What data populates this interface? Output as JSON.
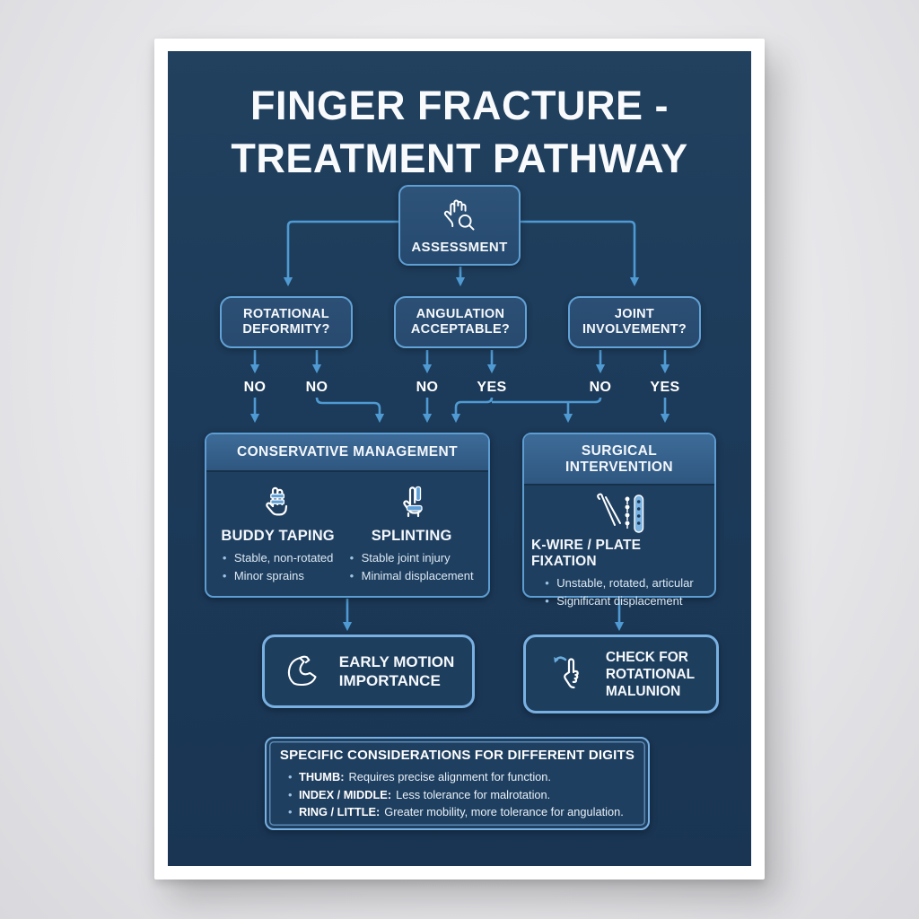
{
  "poster": {
    "title_line1": "FINGER FRACTURE -",
    "title_line2": "TREATMENT PATHWAY"
  },
  "flow": {
    "assessment_label": "ASSESSMENT",
    "assessment_icon": "hand-magnifier-icon",
    "decisions": [
      {
        "line1": "ROTATIONAL",
        "line2": "DEFORMITY?",
        "branches": [
          "NO",
          "NO"
        ]
      },
      {
        "line1": "ANGULATION",
        "line2": "ACCEPTABLE?",
        "branches": [
          "NO",
          "YES"
        ]
      },
      {
        "line1": "JOINT",
        "line2": "INVOLVEMENT?",
        "branches": [
          "NO",
          "YES"
        ]
      }
    ]
  },
  "conservative": {
    "title": "CONSERVATIVE MANAGEMENT",
    "options": [
      {
        "name": "BUDDY TAPING",
        "icon": "buddy-taping-icon",
        "bullets": [
          "Stable, non-rotated",
          "Minor sprains"
        ]
      },
      {
        "name": "SPLINTING",
        "icon": "finger-splint-icon",
        "bullets": [
          "Stable joint injury",
          "Minimal displacement"
        ]
      }
    ]
  },
  "surgical": {
    "title_line1": "SURGICAL",
    "title_line2": "INTERVENTION",
    "option": {
      "name": "K-WIRE / PLATE FIXATION",
      "icon": "kwire-plate-icon",
      "bullets": [
        "Unstable, rotated, articular",
        "Significant displacement"
      ]
    }
  },
  "outcomes": {
    "conservative_next": {
      "line1": "EARLY MOTION",
      "line2": "IMPORTANCE",
      "icon": "flexed-arm-icon"
    },
    "surgical_next": {
      "line1": "CHECK FOR",
      "line2": "ROTATIONAL",
      "line3": "MALUNION",
      "icon": "rotating-finger-icon"
    }
  },
  "considerations": {
    "title": "SPECIFIC CONSIDERATIONS FOR DIFFERENT DIGITS",
    "items": [
      {
        "term": "THUMB:",
        "text": "Requires precise alignment for function."
      },
      {
        "term": "INDEX / MIDDLE:",
        "text": "Less tolerance for malrotation."
      },
      {
        "term": "RING / LITTLE:",
        "text": "Greater mobility, more tolerance for angulation."
      }
    ]
  },
  "colors": {
    "background_navy": "#1c3a59",
    "panel_fill": "#1f3f60",
    "box_fill": "#2c4f75",
    "header_blue": "#37618d",
    "border_blue": "#5f9fd4",
    "bright_border_blue": "#79b0e2",
    "arrow_blue": "#4f9ad2",
    "accent_light_blue": "#6aaede",
    "text_white": "#f7fafc"
  }
}
